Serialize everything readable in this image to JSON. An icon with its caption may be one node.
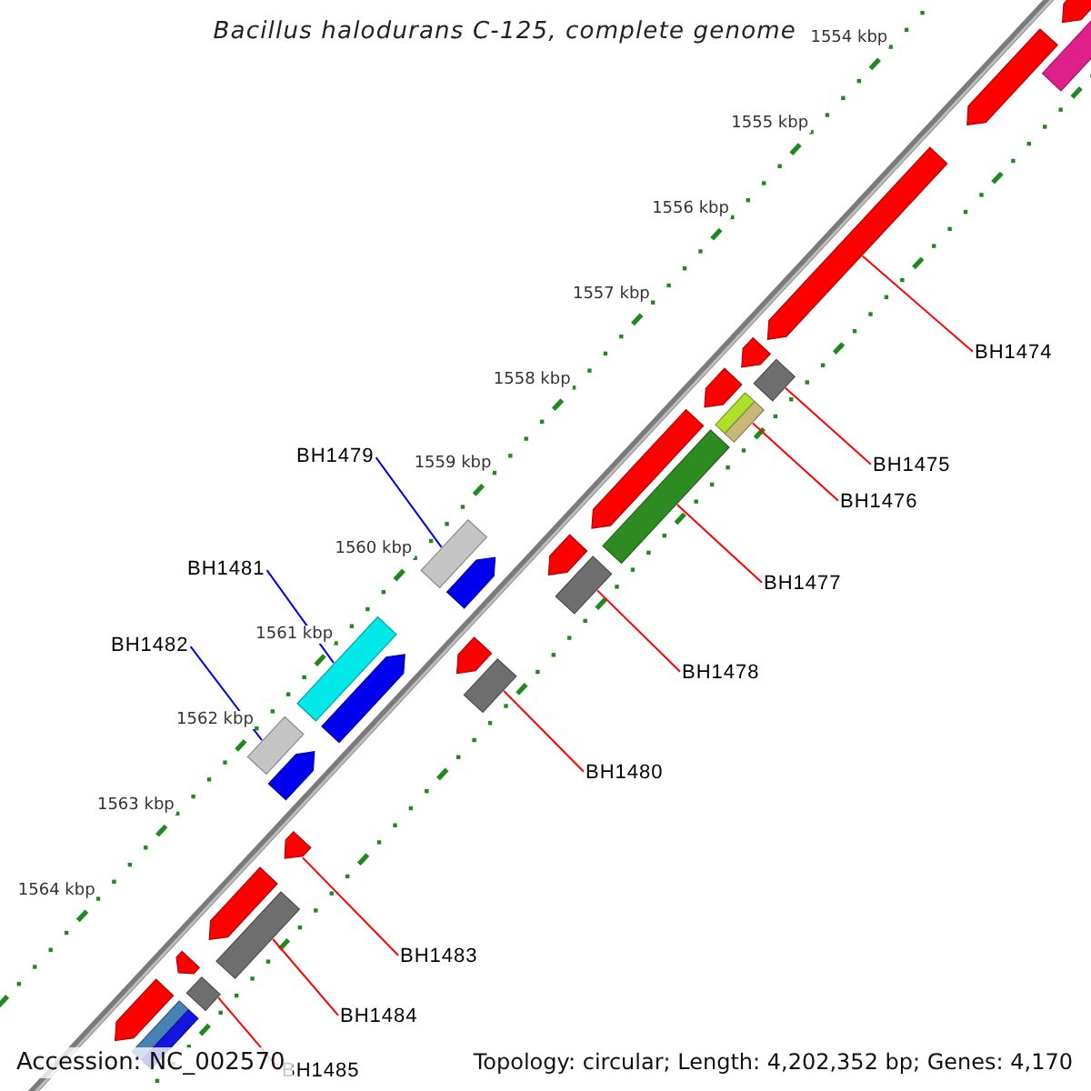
{
  "diagram": {
    "title": "Bacillus halodurans C-125, complete genome",
    "nodes": [
      {
        "text": [],
        "shape": "arrow"
      },
      {
        "text": [],
        "shape": "arrow"
      },
      {
        "text": [],
        "shape": "arrow"
      },
      {
        "text": [],
        "shape": "arrow"
      },
      {
        "text": [],
        "shape": "arrow"
      },
      {
        "text": [],
        "shape": "arrow"
      },
      {
        "text": [],
        "shape": "arrow"
      },
      {
        "text": [],
        "shape": "arrow"
      },
      {
        "text": [],
        "shape": "arrow"
      },
      {
        "text": [],
        "shape": "arrow"
      },
      {
        "text": [],
        "shape": "arrow"
      },
      {
        "text": [],
        "shape": "arrow"
      },
      {
        "text": [],
        "shape": "arrow"
      },
      {
        "text": [],
        "shape": "arrow"
      },
      {
        "text": [],
        "shape": "arrow"
      },
      {
        "text": [
          "BH1474"
        ]
      },
      {
        "text": [
          "BH1479"
        ]
      },
      {
        "text": [
          "BH1475"
        ]
      },
      {
        "text": [
          "BH1476"
        ]
      },
      {
        "text": [
          "BH1481"
        ]
      },
      {
        "text": [
          "BH1477"
        ]
      },
      {
        "text": [
          "BH1482"
        ]
      },
      {
        "text": [
          "BH1478"
        ]
      },
      {
        "text": [
          "BH1480"
        ]
      },
      {
        "text": [
          "BH1483"
        ]
      },
      {
        "text": [
          "BH1484"
        ]
      },
      {
        "text": [
          "BH1485"
        ]
      }
    ],
    "edges": [
      {
        "from": 15,
        "to": 2,
        "arrow": "none"
      },
      {
        "from": 16,
        "to": 6,
        "arrow": "none",
        "color": "#0000ee"
      },
      {
        "from": 17,
        "to": 3,
        "arrow": "none"
      },
      {
        "from": 18,
        "to": 4,
        "arrow": "none"
      },
      {
        "from": 19,
        "to": 8,
        "arrow": "none",
        "color": "#0000ee"
      },
      {
        "from": 20,
        "to": 5,
        "arrow": "none"
      },
      {
        "from": 21,
        "to": 10,
        "arrow": "none",
        "color": "#0000ee"
      },
      {
        "from": 22,
        "to": 7,
        "arrow": "none"
      },
      {
        "from": 23,
        "to": 9,
        "arrow": "none"
      },
      {
        "from": 24,
        "to": 11,
        "arrow": "none"
      },
      {
        "from": 25,
        "to": 12,
        "arrow": "none"
      },
      {
        "from": 26,
        "to": 13,
        "arrow": "none"
      }
    ],
    "labels": [
      "1554 kbp",
      "1555 kbp",
      "1556 kbp",
      "1557 kbp",
      "1558 kbp",
      "1559 kbp",
      "1560 kbp",
      "1561 kbp",
      "1562 kbp",
      "1563 kbp",
      "1564 kbp",
      "Accession: NC_002570",
      "Topology: circular; Length: 4,202,352 bp; Genes: 4,170"
    ]
  }
}
